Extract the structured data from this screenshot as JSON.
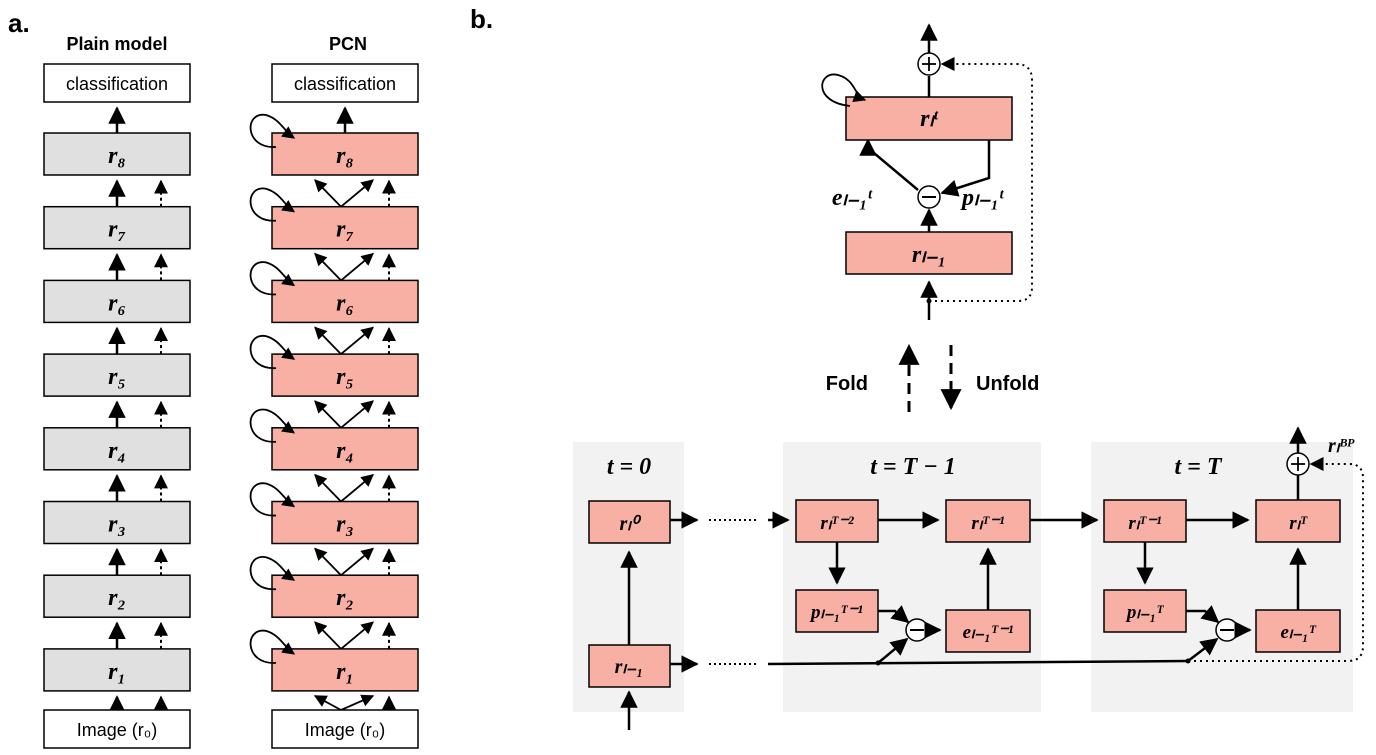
{
  "panel_a": {
    "label": "a.",
    "plain": {
      "title": "Plain model",
      "top_label": "classification",
      "input_label": "Image (r₀)",
      "layers": [
        "r₈",
        "r₇",
        "r₆",
        "r₅",
        "r₄",
        "r₃",
        "r₂",
        "r₁"
      ]
    },
    "pcn": {
      "title": "PCN",
      "top_label": "classification",
      "input_label": "Image (r₀)",
      "layers": [
        "r₈",
        "r₇",
        "r₆",
        "r₅",
        "r₄",
        "r₃",
        "r₂",
        "r₁"
      ]
    }
  },
  "panel_b": {
    "label": "b.",
    "folded": {
      "top_node": "rₗᵗ",
      "bottom_node": "rₗ₋₁",
      "error_label": "eₗ₋₁ᵗ",
      "prediction_label": "pₗ₋₁ᵗ"
    },
    "fold_label": "Fold",
    "unfold_label": "Unfold",
    "unfolded": {
      "t0": {
        "title": "t = 0",
        "top_node": "rₗ⁰",
        "bottom_node": "rₗ₋₁"
      },
      "tTm1": {
        "title": "t = T − 1",
        "node_prev": "rₗᵀ⁻²",
        "node_next": "rₗᵀ⁻¹",
        "pred": "pₗ₋₁ᵀ⁻¹",
        "err": "eₗ₋₁ᵀ⁻¹"
      },
      "tT": {
        "title": "t = T",
        "node_prev": "rₗᵀ⁻¹",
        "node_next": "rₗᵀ",
        "pred": "pₗ₋₁ᵀ",
        "err": "eₗ₋₁ᵀ"
      },
      "bp_label": "rₗᴮᴾ"
    }
  },
  "colors": {
    "plain_fill": "#e0e0e0",
    "pcn_fill": "#f8b0a4",
    "panel_bg": "#f2f2f2",
    "stroke": "#000000"
  }
}
